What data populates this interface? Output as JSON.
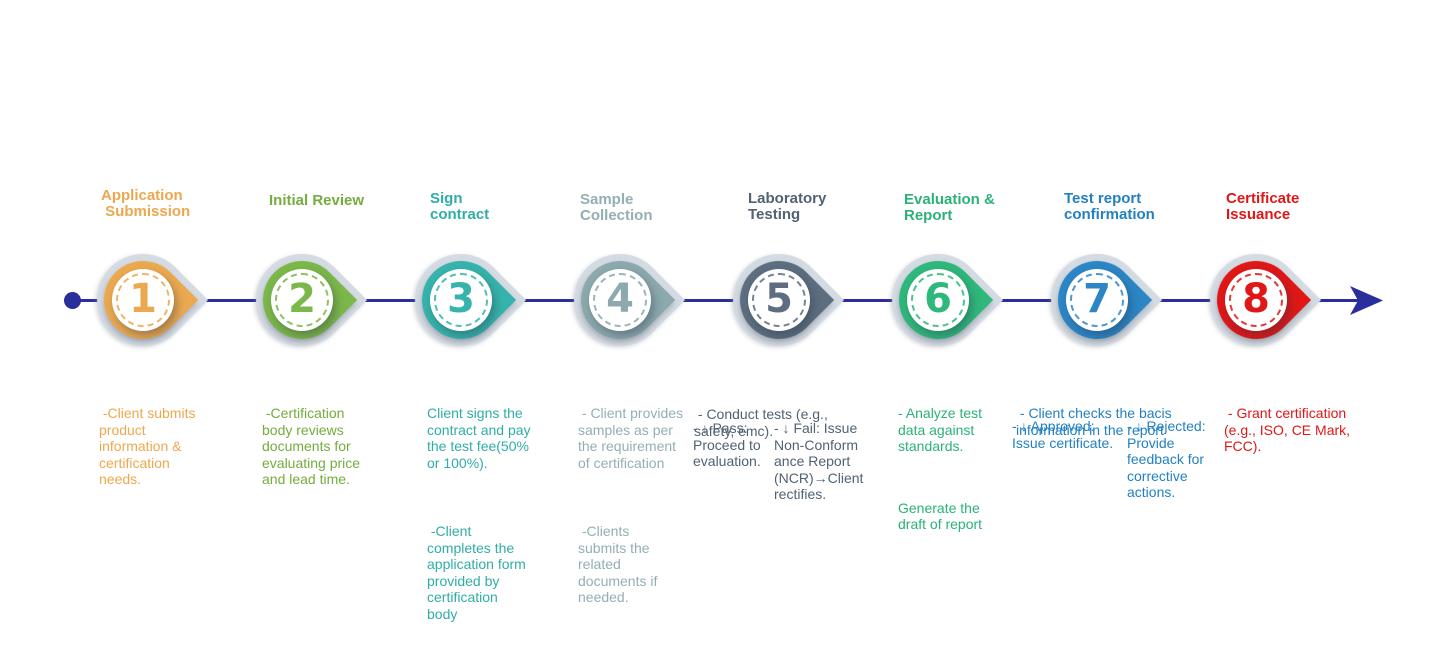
{
  "timeline": {
    "color": "#2A2D9C"
  },
  "marker_outline_color": "#D5DBE2",
  "steps": [
    {
      "number": "1",
      "title": "Application\n Submission",
      "color": "#EBA94F",
      "text_color": "#EDA84D",
      "paragraphs": [
        " -Client submits\nproduct\ninformation &\ncertification\nneeds."
      ]
    },
    {
      "number": "2",
      "title": "Initial Review",
      "color": "#7CB749",
      "text_color": "#74AC3D",
      "paragraphs": [
        " -Certification\nbody reviews\ndocuments for\nevaluating price\nand lead time."
      ]
    },
    {
      "number": "3",
      "title": "Sign\ncontract",
      "color": "#36B3AC",
      "text_color": "#2FADA7",
      "paragraphs": [
        "Client signs the\ncontract and pay\nthe test fee(50%\nor 100%).",
        " -Client\ncompletes the\napplication form\nprovided by\ncertification\nbody"
      ]
    },
    {
      "number": "4",
      "title": "Sample\nCollection",
      "color": "#8CA9AD",
      "text_color": "#93AFB4",
      "paragraphs": [
        " - Client provides\nsamples as per\nthe requirement\nof certification",
        " -Clients\nsubmits the\nrelated\ndocuments if\nneeded."
      ]
    },
    {
      "number": "5",
      "title": "Laboratory\nTesting",
      "color": "#5D6E80",
      "text_color": "#516273",
      "paragraphs": [
        " - Conduct tests (e.g.,\nsafety, emc)."
      ],
      "branches": {
        "left": "- ↓ Pass:\nProceed to\nevaluation.",
        "right": "- ↓ Fail: Issue\nNon-Conform\nance Report\n(NCR)→Client\nrectifies."
      }
    },
    {
      "number": "6",
      "title": "Evaluation &\nReport",
      "color": "#2FB87B",
      "text_color": "#2CB278",
      "paragraphs": [
        "- Analyze test\ndata against\nstandards.",
        "Generate the\ndraft of report"
      ]
    },
    {
      "number": "7",
      "title": "Test report\nconfirmation",
      "color": "#2C86C6",
      "text_color": "#2381C1",
      "paragraphs": [
        " - Client checks the bacis\ninformation in the report"
      ],
      "branches": {
        "left": "- ↓ Approved:\nIssue certificate.",
        "right": "- ↓ Rejected:\nProvide\nfeedback for\ncorrective\nactions."
      }
    },
    {
      "number": "8",
      "title": "Certificate\nIssuance",
      "color": "#E01717",
      "text_color": "#DF1717",
      "paragraphs": [
        " - Grant certification\n(e.g., ISO, CE Mark,\nFCC)."
      ]
    }
  ]
}
